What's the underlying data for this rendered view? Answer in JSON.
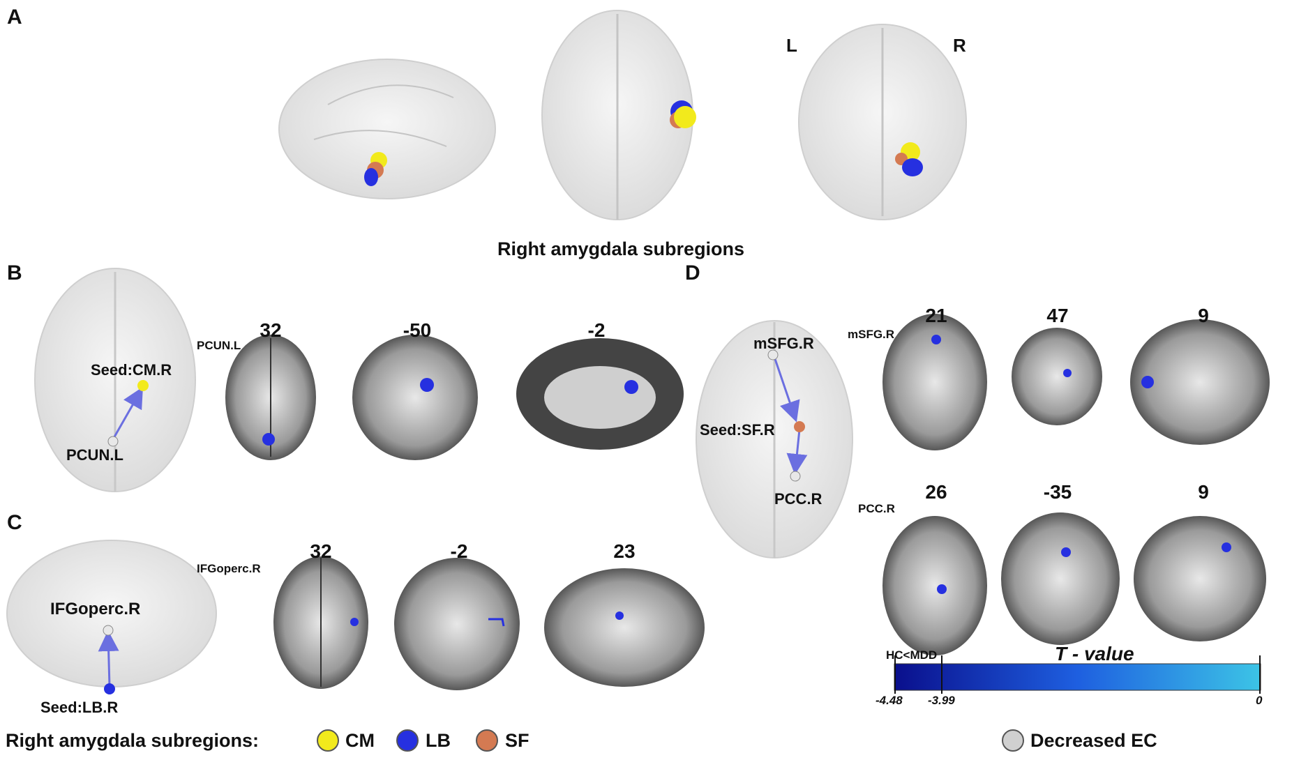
{
  "panels": {
    "a": "A",
    "b": "B",
    "c": "C",
    "d": "D"
  },
  "panel_a": {
    "left": "L",
    "right": "R",
    "caption": "Right amygdala subregions"
  },
  "panel_b": {
    "roi": "PCUN.L",
    "seed": "Seed:CM.R",
    "target": "PCUN.L",
    "slices": [
      "32",
      "-50",
      "-2"
    ]
  },
  "panel_c": {
    "roi": "IFGoperc.R",
    "seed": "Seed:LB.R",
    "target": "IFGoperc.R",
    "slices": [
      "32",
      "-2",
      "23"
    ]
  },
  "panel_d": {
    "roi1": "mSFG.R",
    "roi2": "PCC.R",
    "target1": "mSFG.R",
    "seed": "Seed:SF.R",
    "target2": "PCC.R",
    "slices1": [
      "21",
      "47",
      "9"
    ],
    "slices2": [
      "26",
      "-35",
      "9"
    ]
  },
  "colorbar": {
    "contrast": "HC<MDD",
    "title": "T - value",
    "ticks": [
      "-4.48",
      "-3.99",
      "0"
    ],
    "color_dark": "#0a0f8c",
    "color_light": "#3cc4e6"
  },
  "legend": {
    "title": "Right amygdala subregions:",
    "items": [
      {
        "label": "CM",
        "color": "#f2ea1c"
      },
      {
        "label": "LB",
        "color": "#2630e0"
      },
      {
        "label": "SF",
        "color": "#d47a52"
      }
    ],
    "ec_label": "Decreased EC",
    "ec_color": "#d0d0d0"
  }
}
